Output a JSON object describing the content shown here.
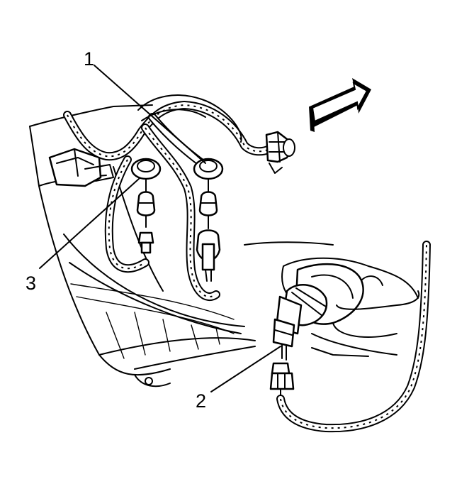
{
  "callouts": [
    {
      "id": "1",
      "text": "1"
    },
    {
      "id": "2",
      "text": "2"
    },
    {
      "id": "3",
      "text": "3"
    }
  ],
  "colors": {
    "ink": "#000000",
    "paper": "#ffffff",
    "arrow_face": "#ffffff",
    "arrow_side": "#000000"
  },
  "icons": [
    "direction-arrow-icon"
  ]
}
